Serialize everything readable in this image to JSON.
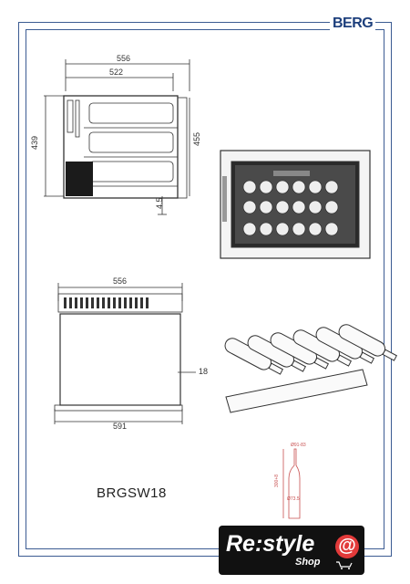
{
  "brand": "BERG",
  "side_view": {
    "dim_top_outer": "556",
    "dim_top_inner": "522",
    "dim_left": "439",
    "dim_right": "455",
    "dim_small": "4.5"
  },
  "top_view": {
    "dim_top": "556",
    "dim_side": "18",
    "dim_bottom": "591"
  },
  "bottle": {
    "label_top": "Ø91-83",
    "label_side": "300+8",
    "label_bottom": "Ø73.5"
  },
  "model": "BRGSW18",
  "logo": {
    "text": "Re:style",
    "sub": "Shop",
    "symbol": "@"
  }
}
